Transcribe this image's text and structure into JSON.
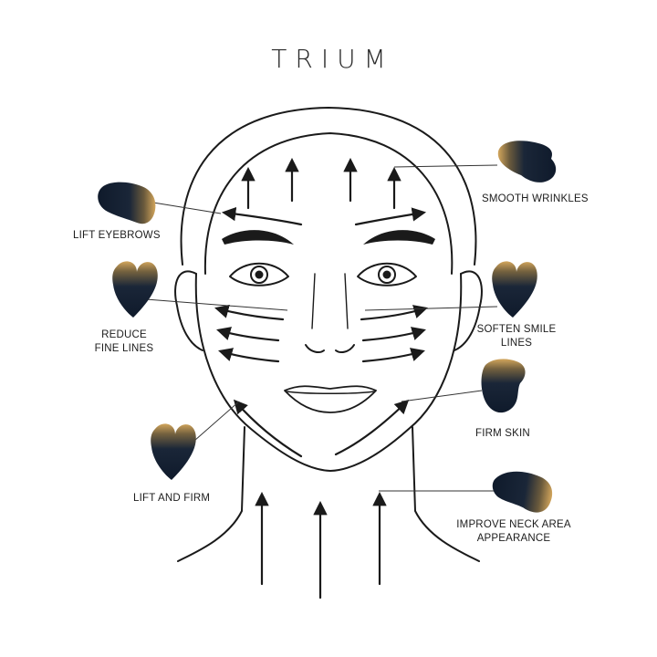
{
  "brand": "TRIUM",
  "labels": {
    "smooth_wrinkles": "SMOOTH WRINKLES",
    "lift_eyebrows": "LIFT EYEBROWS",
    "reduce_fine_lines_1": "REDUCE",
    "reduce_fine_lines_2": "FINE LINES",
    "soften_smile_lines_1": "SOFTEN SMILE",
    "soften_smile_lines_2": "LINES",
    "firm_skin": "FIRM SKIN",
    "lift_and_firm": "LIFT AND FIRM",
    "improve_neck_1": "IMPROVE NECK AREA",
    "improve_neck_2": "APPEARANCE"
  },
  "colors": {
    "stone_dark": "#101c2e",
    "stone_amber": "#c79a52",
    "line": "#1a1a1a"
  }
}
